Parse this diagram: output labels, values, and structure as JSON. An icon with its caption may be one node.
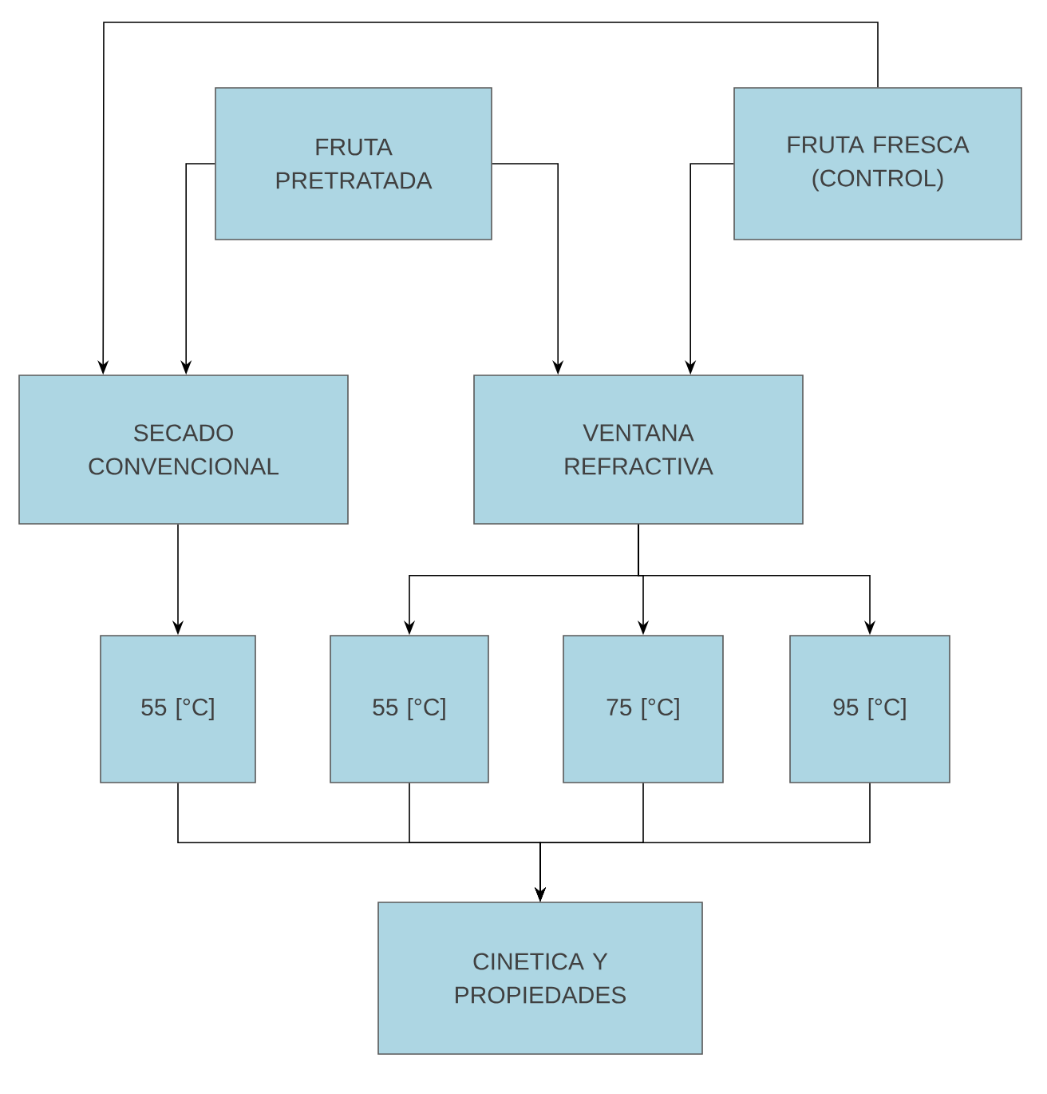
{
  "diagram": {
    "nodes": [
      {
        "text": [
          "FRUTA PRETRATADA"
        ]
      },
      {
        "text": [
          "FRUTA FRESCA (CONTROL)"
        ]
      },
      {
        "text": [
          "SECADO CONVENCIONAL"
        ]
      },
      {
        "text": [
          "VENTANA REFRACTIVA"
        ]
      },
      {
        "text": [
          "55 [°C]"
        ]
      },
      {
        "text": [
          "55 [°C]"
        ]
      },
      {
        "text": [
          "75 [°C]"
        ]
      },
      {
        "text": [
          "95 [°C]"
        ]
      },
      {
        "text": [
          "CINETICA Y PROPIEDADES"
        ]
      }
    ],
    "edges": [
      {
        "from": 0,
        "to": 2,
        "arrow": "to"
      },
      {
        "from": 1,
        "to": 2,
        "arrow": "to"
      },
      {
        "from": 0,
        "to": 3,
        "arrow": "to"
      },
      {
        "from": 1,
        "to": 3,
        "arrow": "to"
      },
      {
        "from": 2,
        "to": 4,
        "arrow": "to"
      },
      {
        "from": 3,
        "to": 5,
        "arrow": "to"
      },
      {
        "from": 3,
        "to": 6,
        "arrow": "to"
      },
      {
        "from": 3,
        "to": 7,
        "arrow": "to"
      },
      {
        "from": 4,
        "to": 8,
        "arrow": "to"
      },
      {
        "from": 5,
        "to": 8,
        "arrow": "to"
      },
      {
        "from": 6,
        "to": 8,
        "arrow": "to"
      },
      {
        "from": 7,
        "to": 8,
        "arrow": "to"
      }
    ]
  }
}
